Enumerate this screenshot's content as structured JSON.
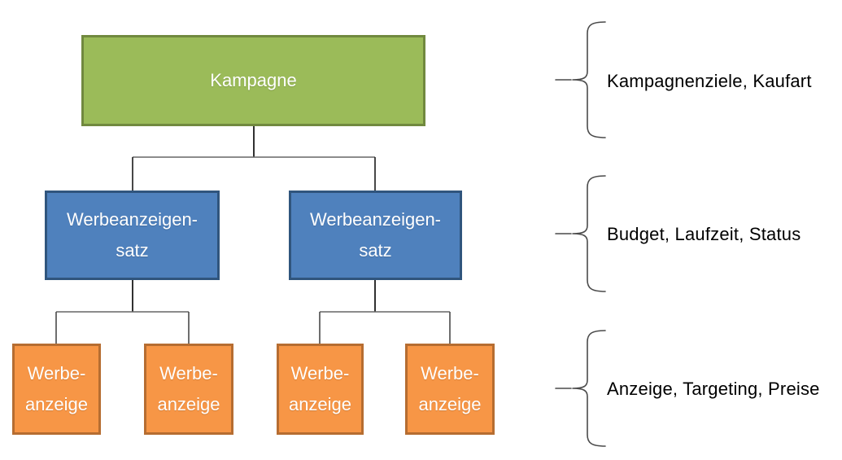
{
  "diagram": {
    "campaign": {
      "label": "Kampagne"
    },
    "adsets": [
      {
        "line1": "Werbeanzeigen-",
        "line2": "satz"
      },
      {
        "line1": "Werbeanzeigen-",
        "line2": "satz"
      }
    ],
    "ads": [
      {
        "line1": "Werbe-",
        "line2": "anzeige"
      },
      {
        "line1": "Werbe-",
        "line2": "anzeige"
      },
      {
        "line1": "Werbe-",
        "line2": "anzeige"
      },
      {
        "line1": "Werbe-",
        "line2": "anzeige"
      }
    ],
    "annotations": [
      {
        "label": "Kampagnenziele, Kaufart"
      },
      {
        "label": "Budget, Laufzeit, Status"
      },
      {
        "label": "Anzeige, Targeting, Preise"
      }
    ],
    "colors": {
      "campaign_fill": "#9BBB59",
      "campaign_border": "#71893F",
      "adset_fill": "#4F81BD",
      "adset_border": "#30557D",
      "ad_fill": "#F79646",
      "ad_border": "#B66D31",
      "connector_vertical": "#1a1a1a",
      "connector_horizontal": "#666666",
      "brace_stroke": "#4a4a4a",
      "node_text": "#FFFFFF",
      "annotation_text": "#000000"
    }
  }
}
